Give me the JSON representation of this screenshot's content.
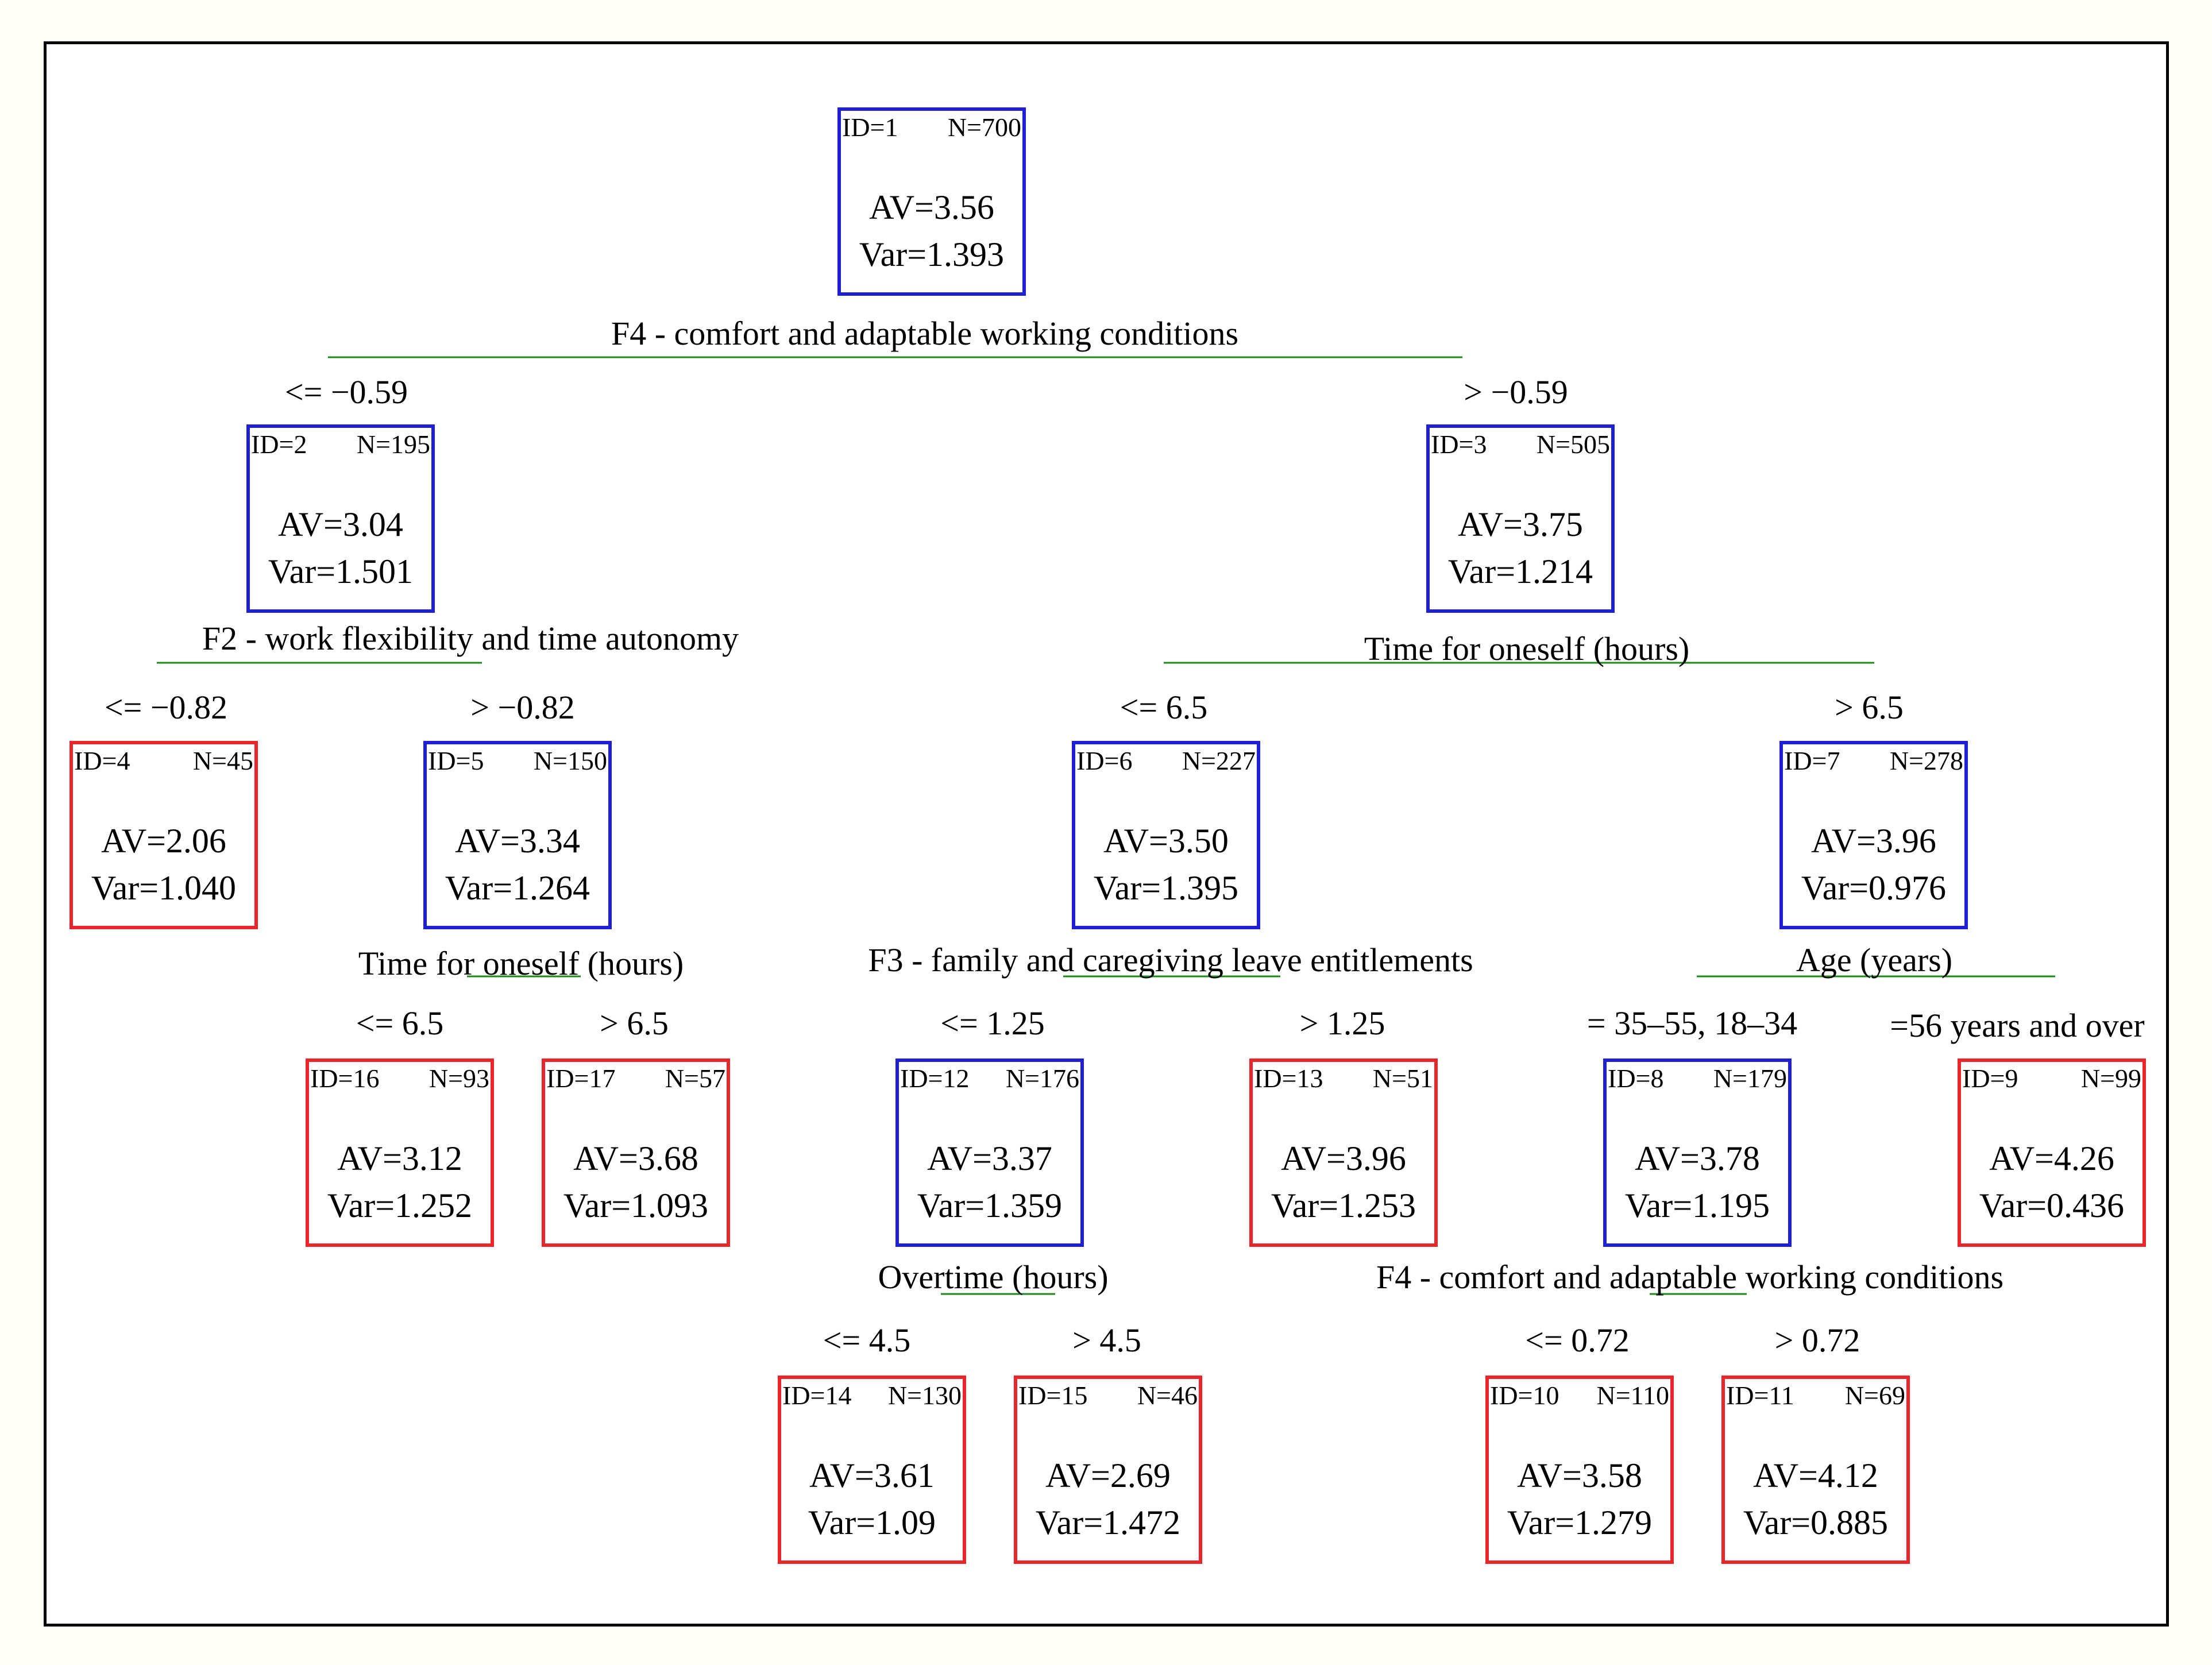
{
  "colors": {
    "internal_node": "#1f1fd6",
    "leaf_node": "#e8262b",
    "split_line": "#1a8a1a",
    "frame": "#000000"
  },
  "nodes": [
    {
      "id": "ID=1",
      "n": "N=700",
      "av": "AV=3.56",
      "var": "Var=1.393",
      "kind": "blue"
    },
    {
      "id": "ID=2",
      "n": "N=195",
      "av": "AV=3.04",
      "var": "Var=1.501",
      "kind": "blue"
    },
    {
      "id": "ID=3",
      "n": "N=505",
      "av": "AV=3.75",
      "var": "Var=1.214",
      "kind": "blue"
    },
    {
      "id": "ID=4",
      "n": "N=45",
      "av": "AV=2.06",
      "var": "Var=1.040",
      "kind": "red"
    },
    {
      "id": "ID=5",
      "n": "N=150",
      "av": "AV=3.34",
      "var": "Var=1.264",
      "kind": "blue"
    },
    {
      "id": "ID=6",
      "n": "N=227",
      "av": "AV=3.50",
      "var": "Var=1.395",
      "kind": "blue"
    },
    {
      "id": "ID=7",
      "n": "N=278",
      "av": "AV=3.96",
      "var": "Var=0.976",
      "kind": "blue"
    },
    {
      "id": "ID=16",
      "n": "N=93",
      "av": "AV=3.12",
      "var": "Var=1.252",
      "kind": "red"
    },
    {
      "id": "ID=17",
      "n": "N=57",
      "av": "AV=3.68",
      "var": "Var=1.093",
      "kind": "red"
    },
    {
      "id": "ID=12",
      "n": "N=176",
      "av": "AV=3.37",
      "var": "Var=1.359",
      "kind": "blue"
    },
    {
      "id": "ID=13",
      "n": "N=51",
      "av": "AV=3.96",
      "var": "Var=1.253",
      "kind": "red"
    },
    {
      "id": "ID=8",
      "n": "N=179",
      "av": "AV=3.78",
      "var": "Var=1.195",
      "kind": "blue"
    },
    {
      "id": "ID=9",
      "n": "N=99",
      "av": "AV=4.26",
      "var": "Var=0.436",
      "kind": "red"
    },
    {
      "id": "ID=14",
      "n": "N=130",
      "av": "AV=3.61",
      "var": "Var=1.09",
      "kind": "red"
    },
    {
      "id": "ID=15",
      "n": "N=46",
      "av": "AV=2.69",
      "var": "Var=1.472",
      "kind": "red"
    },
    {
      "id": "ID=10",
      "n": "N=110",
      "av": "AV=3.58",
      "var": "Var=1.279",
      "kind": "red"
    },
    {
      "id": "ID=11",
      "n": "N=69",
      "av": "AV=4.12",
      "var": "Var=0.885",
      "kind": "red"
    }
  ],
  "splits": [
    {
      "label": "F4 - comfort and adaptable working conditions",
      "left": "<= −0.59",
      "right": "> −0.59"
    },
    {
      "label": "F2 - work flexibility and time autonomy",
      "left": "<= −0.82",
      "right": "> −0.82"
    },
    {
      "label": "Time for oneself (hours)",
      "left": "<= 6.5",
      "right": "> 6.5"
    },
    {
      "label": "Time for oneself (hours)",
      "left": "<= 6.5",
      "right": "> 6.5"
    },
    {
      "label": "F3 - family and caregiving leave entitlements",
      "left": "<= 1.25",
      "right": "> 1.25"
    },
    {
      "label": "Age (years)",
      "left": "= 35–55, 18–34",
      "right": "=56 years and over"
    },
    {
      "label": "Overtime (hours)",
      "left": "<= 4.5",
      "right": "> 4.5"
    },
    {
      "label": "F4 - comfort and adaptable working conditions",
      "left": "<= 0.72",
      "right": "> 0.72"
    }
  ]
}
